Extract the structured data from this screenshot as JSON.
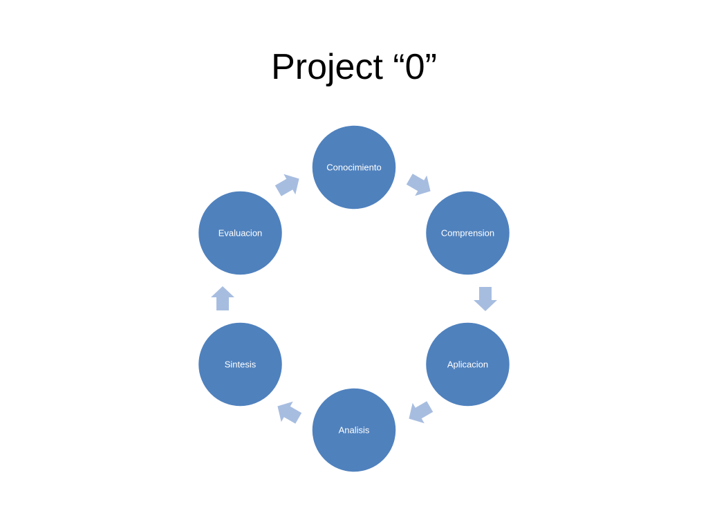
{
  "slide": {
    "title": "Project “0”"
  },
  "diagram": {
    "type": "cycle",
    "node_color": "#4f81bd",
    "arrow_color": "#a7bde0",
    "nodes": [
      {
        "label": "Conocimiento"
      },
      {
        "label": "Comprension"
      },
      {
        "label": "Aplicacion"
      },
      {
        "label": "Analisis"
      },
      {
        "label": "Sintesis"
      },
      {
        "label": "Evaluacion"
      }
    ]
  }
}
